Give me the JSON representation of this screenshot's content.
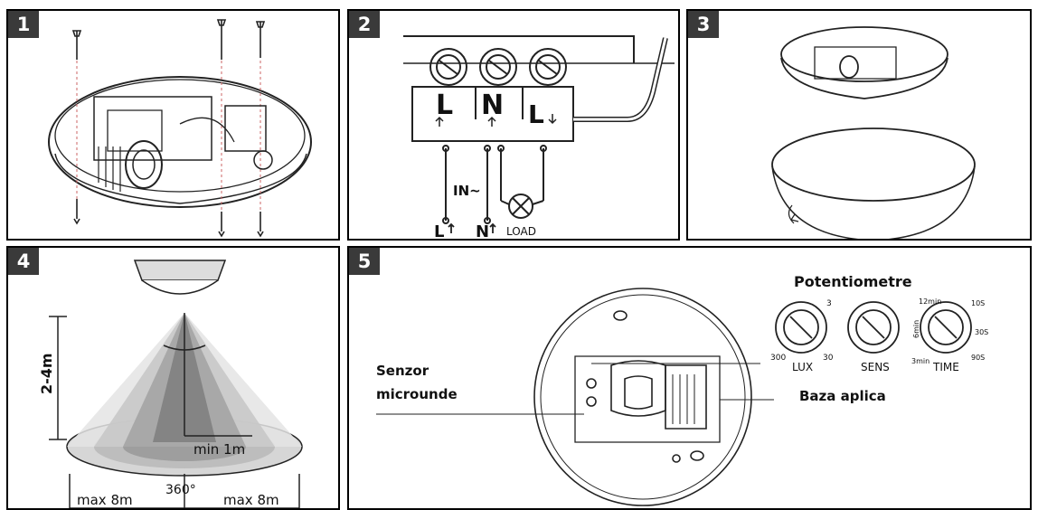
{
  "panels": [
    {
      "number": "1"
    },
    {
      "number": "2"
    },
    {
      "number": "3"
    },
    {
      "number": "4"
    },
    {
      "number": "5"
    }
  ],
  "wiring": {
    "terminal_l": "L",
    "terminal_n": "N",
    "terminal_load": "L",
    "supply_label": "IN~",
    "live_label": "L",
    "neutral_label": "N",
    "load_label": "LOAD"
  },
  "detection": {
    "height_label": "2-4m",
    "min_label": "min 1m",
    "angle_label": "360°",
    "left_range": "max 8m",
    "right_range": "max 8m"
  },
  "sensor": {
    "potentiometers_title": "Potentiometre",
    "sensor_label_line1": "Senzor",
    "sensor_label_line2": "microunde",
    "base_label": "Baza aplica",
    "knobs": [
      {
        "name": "LUX",
        "scale_left": "300",
        "scale_right": "30",
        "scale_top_right": "3"
      },
      {
        "name": "SENS",
        "scale_left": "",
        "scale_right": "",
        "scale_top_right": ""
      },
      {
        "name": "TIME",
        "scale_left": "3min",
        "scale_right": "90S",
        "scale_top_right": "10S",
        "scale_top_left": "12min",
        "scale_mid_left": "6min",
        "scale_mid_right": "30S"
      }
    ]
  }
}
